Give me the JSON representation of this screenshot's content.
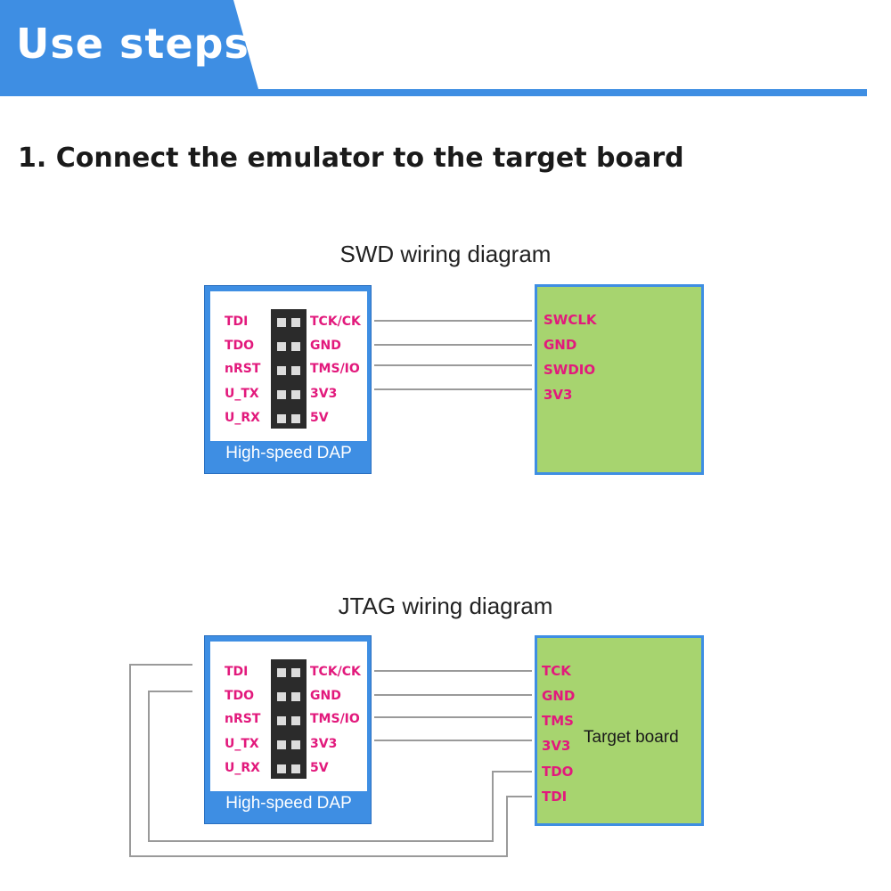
{
  "header": {
    "title": "Use steps",
    "accent_color": "#3e8ee3"
  },
  "step": {
    "heading": "1. Connect the emulator to the target board"
  },
  "swd": {
    "title": "SWD wiring diagram",
    "dap_label": "High-speed DAP",
    "left_pins": [
      "TDI",
      "TDO",
      "nRST",
      "U_TX",
      "U_RX"
    ],
    "right_pins": [
      "TCK/CK",
      "GND",
      "TMS/IO",
      "3V3",
      "5V"
    ],
    "target_pins": [
      "SWCLK",
      "GND",
      "SWDIO",
      "3V3"
    ]
  },
  "jtag": {
    "title": "JTAG wiring diagram",
    "dap_label": "High-speed DAP",
    "left_pins": [
      "TDI",
      "TDO",
      "nRST",
      "U_TX",
      "U_RX"
    ],
    "right_pins": [
      "TCK/CK",
      "GND",
      "TMS/IO",
      "3V3",
      "5V"
    ],
    "target_pins": [
      "TCK",
      "GND",
      "TMS",
      "3V3",
      "TDO",
      "TDI"
    ],
    "target_label": "Target board"
  },
  "colors": {
    "pin_text": "#e2197c",
    "target_fill": "#a7d46f",
    "wire": "#9a9a9a"
  }
}
